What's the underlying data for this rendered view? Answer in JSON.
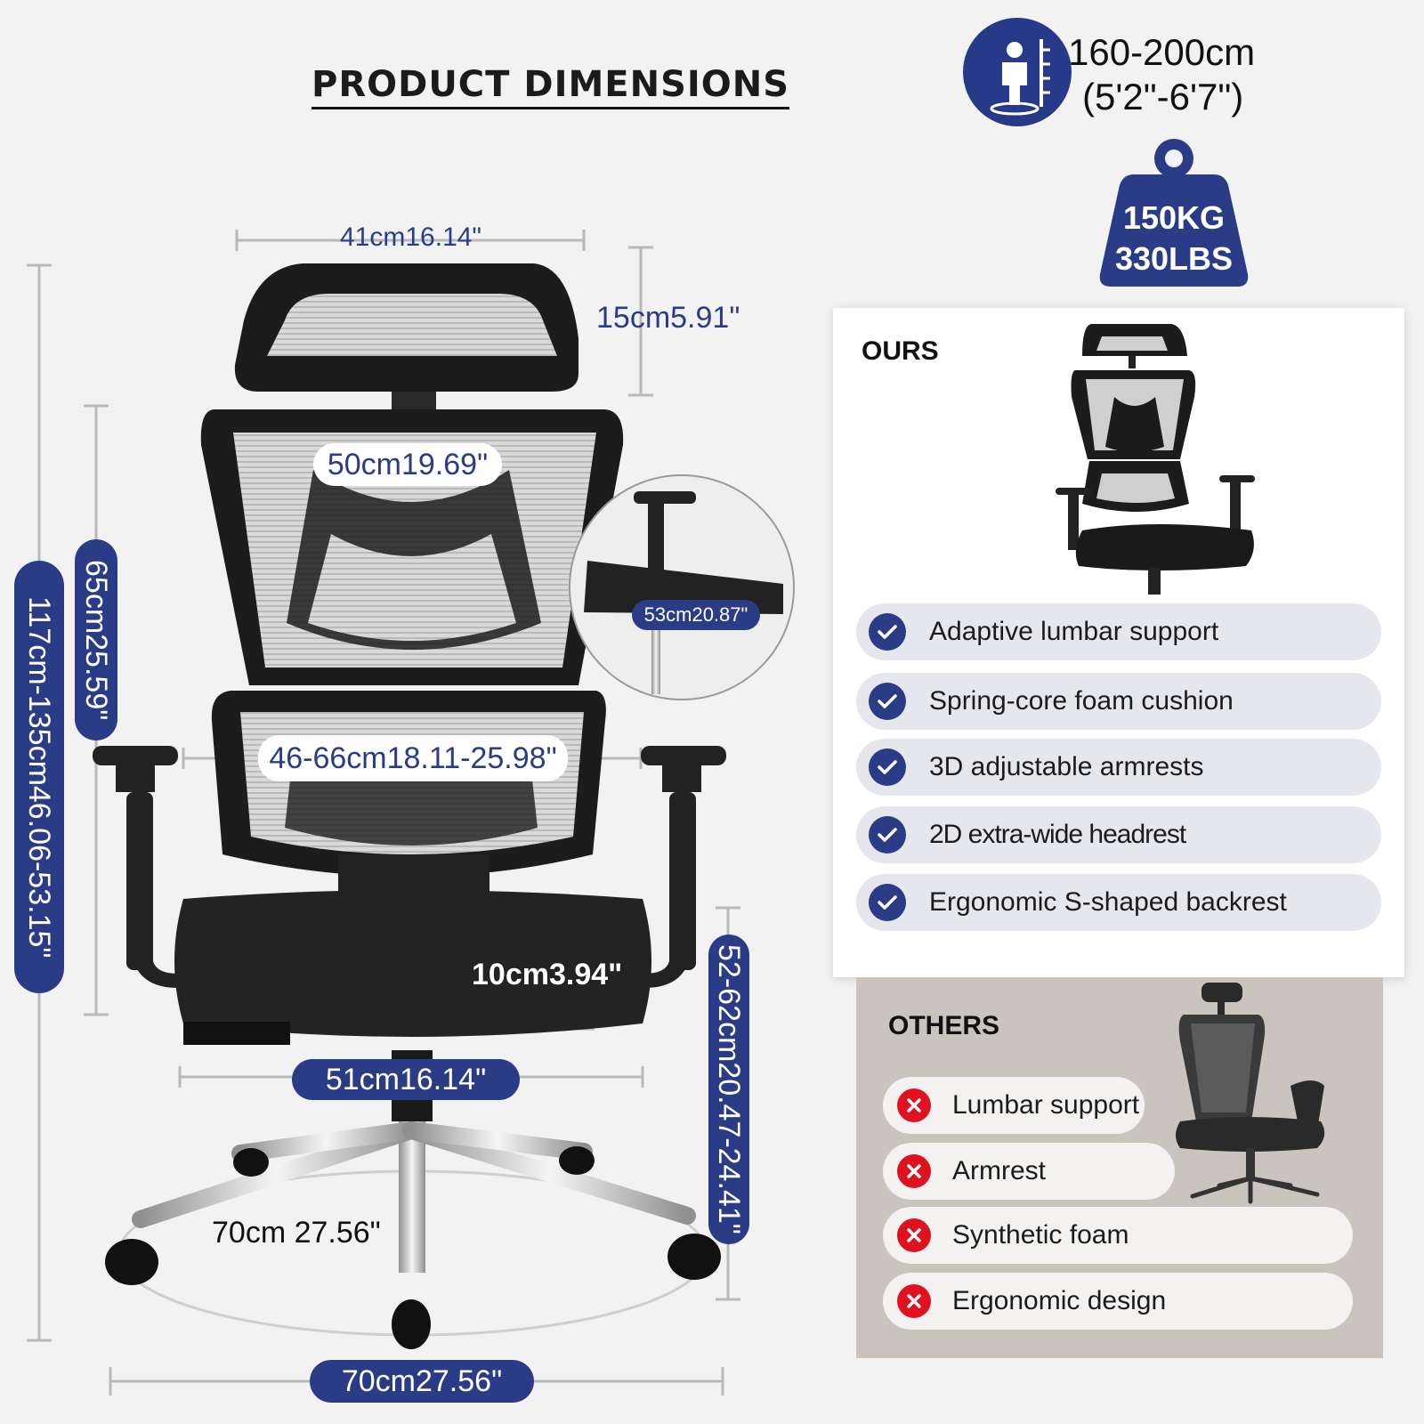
{
  "title": "PRODUCT DIMENSIONS",
  "user_height": {
    "metric": "160-200cm",
    "imperial": "(5'2\"-6'7\")",
    "icon": "person-height-icon"
  },
  "max_load": {
    "metric": "150KG",
    "imperial": "330LBS",
    "icon": "weight-icon"
  },
  "dimensions": {
    "headrest_width": "41cm16.14\"",
    "headrest_height": "15cm5.91\"",
    "back_width": "50cm19.69\"",
    "back_height": "65cm25.59\"",
    "total_height": "117cm-135cm46.06-53.15\"",
    "armrest_width": "46-66cm18.11-25.98\"",
    "seat_depth": "53cm20.87\"",
    "seat_thickness": "10cm3.94\"",
    "seat_width": "51cm16.14\"",
    "seat_height": "52-62cm20.47-24.41\"",
    "base_diameter": "70cm 27.56\"",
    "overall_width": "70cm27.56\""
  },
  "comparison": {
    "ours": {
      "heading": "OURS",
      "features": [
        "Adaptive lumbar support",
        "Spring-core foam cushion",
        "3D adjustable armrests",
        "2D extra-wide headrest",
        "Ergonomic S-shaped backrest"
      ]
    },
    "others": {
      "heading": "OTHERS",
      "features": [
        "Lumbar support",
        "Armrest",
        "Synthetic foam",
        "Ergonomic design"
      ]
    }
  },
  "colors": {
    "accent": "#2b3c87",
    "cross": "#e0121f",
    "chair": "#1a1a1a",
    "chrome": "#c8c8c8",
    "background": "#f2f2f2"
  }
}
